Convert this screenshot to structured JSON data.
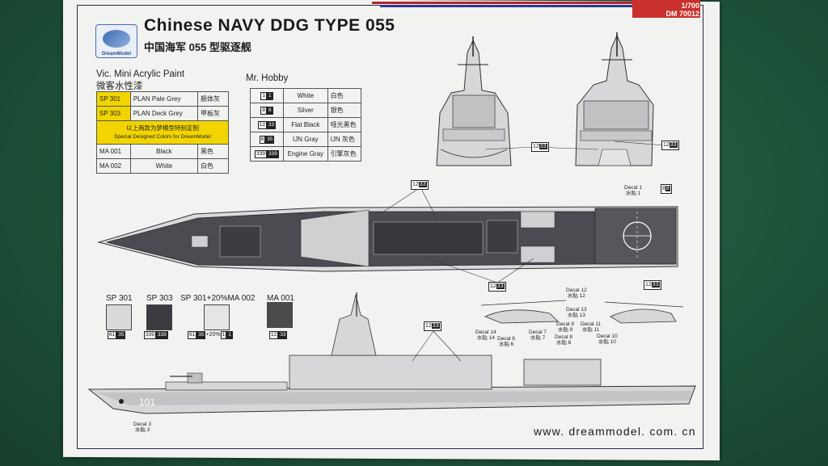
{
  "header": {
    "title": "Chinese NAVY DDG TYPE 055",
    "subtitle": "中国海军 055 型驱逐舰",
    "scale": "1/700",
    "product_code": "DM 70012",
    "logo_text": "DreamModel"
  },
  "vic_paints": {
    "title_en": "Vic. Mini Acrylic Paint",
    "title_cn": "微客水性漆",
    "rows": [
      {
        "code": "SP 301",
        "name": "PLAN Pale Grey",
        "cn": "舰体灰",
        "highlight": true
      },
      {
        "code": "SP 303",
        "name": "PLAN Deck Grey",
        "cn": "甲板灰",
        "highlight": true
      },
      {
        "code": "",
        "name": "以上两款为梦模型特别定制",
        "cn": "",
        "note": true
      },
      {
        "code": "",
        "name": "Special Designed Colors for DreamModel",
        "cn": "",
        "note": true
      },
      {
        "code": "MA 001",
        "name": "Black",
        "cn": "黑色"
      },
      {
        "code": "MA 002",
        "name": "White",
        "cn": "白色"
      }
    ]
  },
  "hobby_paints": {
    "title": "Mr. Hobby",
    "rows": [
      {
        "c1": "1",
        "c2": "1",
        "name": "White",
        "cn": "白色"
      },
      {
        "c1": "8",
        "c2": "8",
        "name": "Silver",
        "cn": "银色"
      },
      {
        "c1": "12",
        "c2": "33",
        "name": "Flat Black",
        "cn": "哑光黑色"
      },
      {
        "c1": "6",
        "c2": "35",
        "name": "IJN Gray",
        "cn": "IJN 灰色"
      },
      {
        "c1": "339",
        "c2": "339",
        "name": "Engine Gray",
        "cn": "引擎灰色"
      }
    ]
  },
  "swatches": [
    {
      "label": "SP 301",
      "color": "#d9dadb",
      "code1": "61",
      "code2": "35",
      "extra": ""
    },
    {
      "label": "SP 303",
      "color": "#3a3c42",
      "code1": "339",
      "code2": "339",
      "extra": ""
    },
    {
      "label": "SP 301+20%MA 002",
      "color": "#e4e5e5",
      "code1": "61",
      "code2": "35",
      "extra": "+20%"
    },
    {
      "label": "MA 001",
      "color": "#4c4b4b",
      "code1": "12",
      "code2": "33",
      "extra": ""
    }
  ],
  "callouts": [
    {
      "c1": "12",
      "c2": "33"
    },
    {
      "c1": "12",
      "c2": "33"
    },
    {
      "c1": "12",
      "c2": "33"
    },
    {
      "c1": "12",
      "c2": "33"
    },
    {
      "c1": "8",
      "c2": "8"
    },
    {
      "c1": "12",
      "c2": "33"
    },
    {
      "c1": "12",
      "c2": "33"
    }
  ],
  "decals": {
    "decal1": "Decal 1",
    "decal1_cn": "水贴 1",
    "decal3": "Decal 3",
    "decal3_cn": "水贴 3",
    "hull_number": "101",
    "heli_labels": [
      "Decal 12",
      "水贴 12",
      "Decal 13",
      "水贴 13",
      "Decal 9",
      "水贴 9",
      "Decal 11",
      "水贴 11",
      "Decal 7",
      "水贴 7",
      "Decal 8",
      "水贴 8",
      "Decal 6",
      "水贴 6",
      "Decal 14",
      "水贴 14",
      "Decal 10",
      "水贴 10"
    ]
  },
  "footer": {
    "website": "www. dreammodel. com. cn"
  }
}
